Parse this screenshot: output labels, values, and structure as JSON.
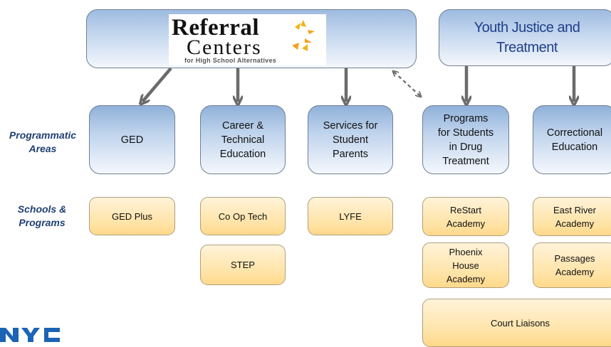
{
  "top_left": {
    "logo": {
      "line1": "Referral",
      "line2": "Centers",
      "line3": "for High School Alternatives"
    }
  },
  "top_right": {
    "title": "Youth Justice and\nTreatment"
  },
  "row_labels": {
    "programmatic": "Programmatic\nAreas",
    "schools": "Schools &\nPrograms"
  },
  "areas": [
    {
      "label": "GED"
    },
    {
      "label": "Career &\nTechnical\nEducation"
    },
    {
      "label": "Services for\nStudent\nParents"
    },
    {
      "label": "Programs\nfor Students\nin Drug\nTreatment"
    },
    {
      "label": "Correctional\nEducation"
    }
  ],
  "programs": {
    "ged_plus": "GED Plus",
    "co_op_tech": "Co Op Tech",
    "step": "STEP",
    "lyfe": "LYFE",
    "restart": "ReStart\nAcademy",
    "phoenix": "Phoenix\nHouse\nAcademy",
    "east_river": "East River\nAcademy",
    "passages": "Passages\nAcademy",
    "court_liaisons": "Court Liaisons"
  },
  "colors": {
    "area_fill_top": "#8fb1da",
    "program_fill": "#ffe3a6",
    "label_text": "#1f3f73",
    "arrow": "#6b6b6b",
    "title_text": "#1f3f8a"
  }
}
